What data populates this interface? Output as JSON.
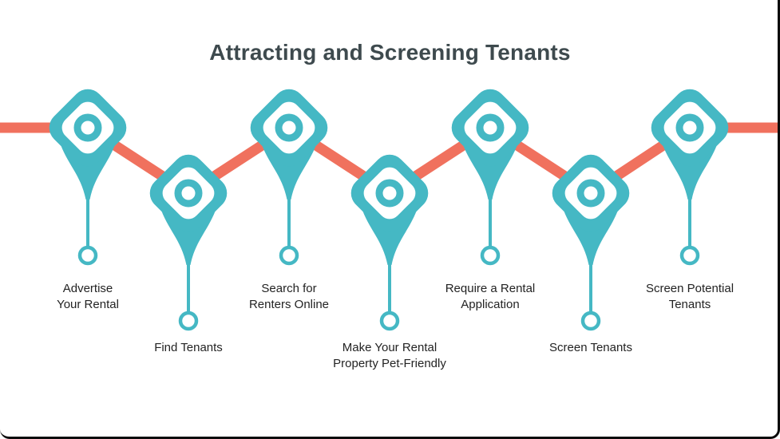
{
  "title": "Attracting and Screening Tenants",
  "colors": {
    "teal": "#45b8c4",
    "coral": "#f0715e",
    "title_text": "#3e4a4e",
    "label_text": "#232323",
    "frame": "#0b0b0b",
    "background": "#ffffff"
  },
  "nodes": [
    {
      "label_lines": [
        "Advertise",
        "Your Rental"
      ],
      "row": "top"
    },
    {
      "label_lines": [
        "Find Tenants"
      ],
      "row": "bottom"
    },
    {
      "label_lines": [
        "Search for",
        "Renters Online"
      ],
      "row": "top"
    },
    {
      "label_lines": [
        "Make Your Rental",
        "Property Pet-Friendly"
      ],
      "row": "bottom"
    },
    {
      "label_lines": [
        "Require a Rental",
        "Application"
      ],
      "row": "top"
    },
    {
      "label_lines": [
        "Screen Tenants"
      ],
      "row": "bottom"
    },
    {
      "label_lines": [
        "Screen Potential",
        "Tenants"
      ],
      "row": "top"
    }
  ]
}
